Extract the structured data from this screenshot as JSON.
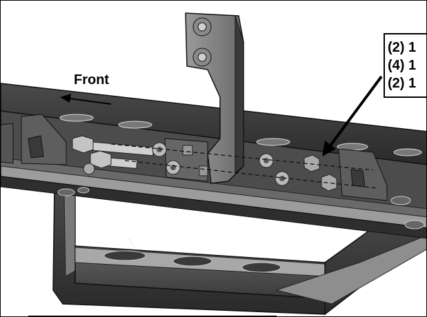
{
  "labels": {
    "front": "Front"
  },
  "callout": {
    "lines": [
      "(2) 1",
      "(4) 1",
      "(2) 1"
    ]
  }
}
